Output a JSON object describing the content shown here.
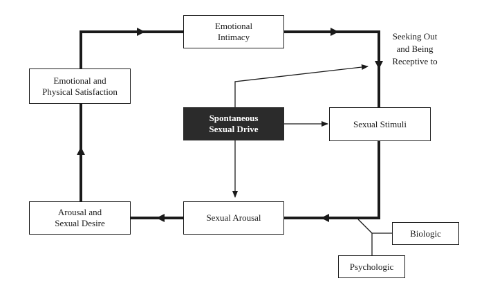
{
  "nodes": {
    "emotional_intimacy": "Emotional\nIntimacy",
    "emotional_physical_satisfaction": "Emotional and\nPhysical Satisfaction",
    "spontaneous_sexual_drive": "Spontaneous\nSexual Drive",
    "sexual_stimuli": "Sexual Stimuli",
    "arousal_sexual_desire": "Arousal and\nSexual Desire",
    "sexual_arousal": "Sexual Arousal",
    "biologic": "Biologic",
    "psychologic": "Psychologic"
  },
  "labels": {
    "seeking_out": "Seeking Out\nand Being\nReceptive to"
  },
  "colors": {
    "line": "#1a1a1a",
    "dark_fill": "#2b2b2b"
  }
}
